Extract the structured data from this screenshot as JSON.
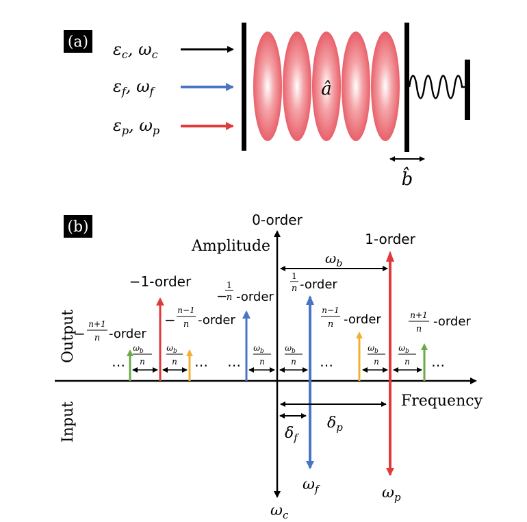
{
  "panel_a": {
    "tag": "(a)",
    "inputs": [
      {
        "symbol": "ε",
        "sub": "c",
        "freq": "ω",
        "freq_sub": "c",
        "color": "#000000"
      },
      {
        "symbol": "ε",
        "sub": "f",
        "freq": "ω",
        "freq_sub": "f",
        "color": "#4a74c4"
      },
      {
        "symbol": "ε",
        "sub": "p",
        "freq": "ω",
        "freq_sub": "p",
        "color": "#e03a3a"
      }
    ],
    "cavity_mode": "â",
    "mechanical_mode": "b̂",
    "colors": {
      "mirror": "#000000",
      "mode": "#e8606a"
    }
  },
  "panel_b": {
    "tag": "(b)",
    "axis": {
      "y_label": "Amplitude",
      "x_label": "Frequency",
      "upper_side": "Output",
      "lower_side": "Input"
    },
    "orders": {
      "zero": "0-order",
      "one": "1-order",
      "minus_one": "−1-order",
      "suffix": "-order",
      "minus_sign": "−",
      "frac_1": "1",
      "frac_n": "n",
      "frac_n_minus_1": "n−1",
      "frac_n_plus_1": "n+1"
    },
    "spacings": {
      "omega_b": "ω",
      "omega_b_sub": "b",
      "delta_f": "δ",
      "delta_f_sub": "f",
      "delta_p": "δ",
      "delta_p_sub": "p",
      "ellipsis": "⋯"
    },
    "inputs": {
      "omega_c": "ω",
      "omega_c_sub": "c",
      "omega_f": "ω",
      "omega_f_sub": "f",
      "omega_p": "ω",
      "omega_p_sub": "p"
    },
    "colors": {
      "red": "#e03a3a",
      "blue": "#4a74c4",
      "orange": "#f0b030",
      "green": "#6aaa4a",
      "axis": "#000000"
    }
  }
}
